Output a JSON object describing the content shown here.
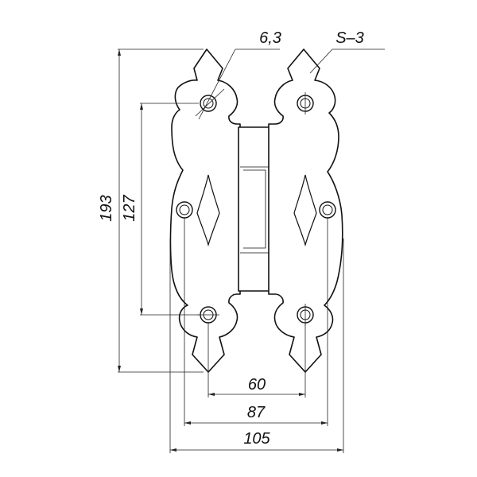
{
  "drawing": {
    "hole_diameter_label": "6,3",
    "thickness_label": "S–3",
    "total_height_label": "193",
    "hole_spacing_vertical_label": "127",
    "tip_spacing_label": "60",
    "middle_hole_spacing_label": "87",
    "total_width_label": "105"
  }
}
